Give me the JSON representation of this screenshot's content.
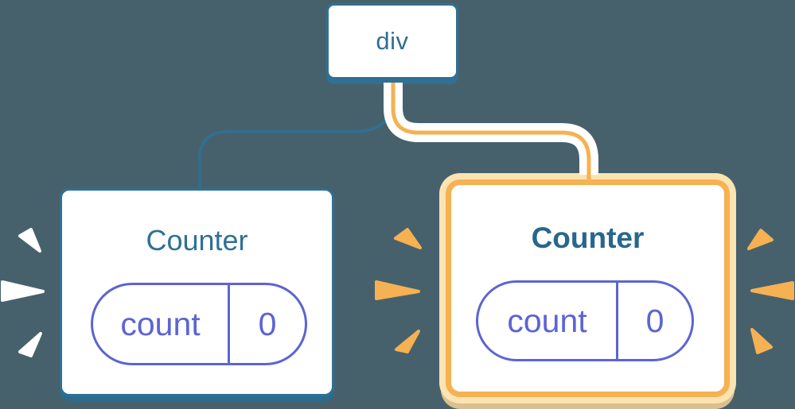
{
  "diagram": {
    "root": {
      "label": "div"
    },
    "children": [
      {
        "title": "Counter",
        "state_key": "count",
        "state_value": "0",
        "highlighted": false,
        "burst": "white"
      },
      {
        "title": "Counter",
        "state_key": "count",
        "state_value": "0",
        "highlighted": true,
        "burst": "orange"
      }
    ]
  },
  "colors": {
    "background": "#47616c",
    "blue": "#2f7093",
    "indigo": "#5c64d4",
    "orange": "#f6b152",
    "cream": "#fbe3b2",
    "tan_shadow": "#dcbf8f",
    "white": "#ffffff"
  }
}
